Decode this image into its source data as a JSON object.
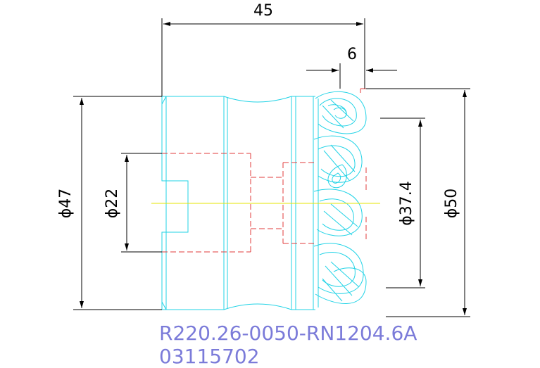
{
  "dimensions": {
    "overall_length": "45",
    "insert_offset": "6",
    "shank_diameter": "ϕ47",
    "bore_diameter": "ϕ22",
    "pitch_diameter": "ϕ37.4",
    "cutting_diameter": "ϕ50"
  },
  "label": {
    "part_number": "R220.26-0050-RN1204.6A",
    "order_code": "03115702"
  },
  "colors": {
    "outline": "#22d3e6",
    "hidden_lines": "#e23b3b",
    "center_line": "#e6e600",
    "dimension_lines": "#000000",
    "label_text": "#7b7bd9"
  }
}
